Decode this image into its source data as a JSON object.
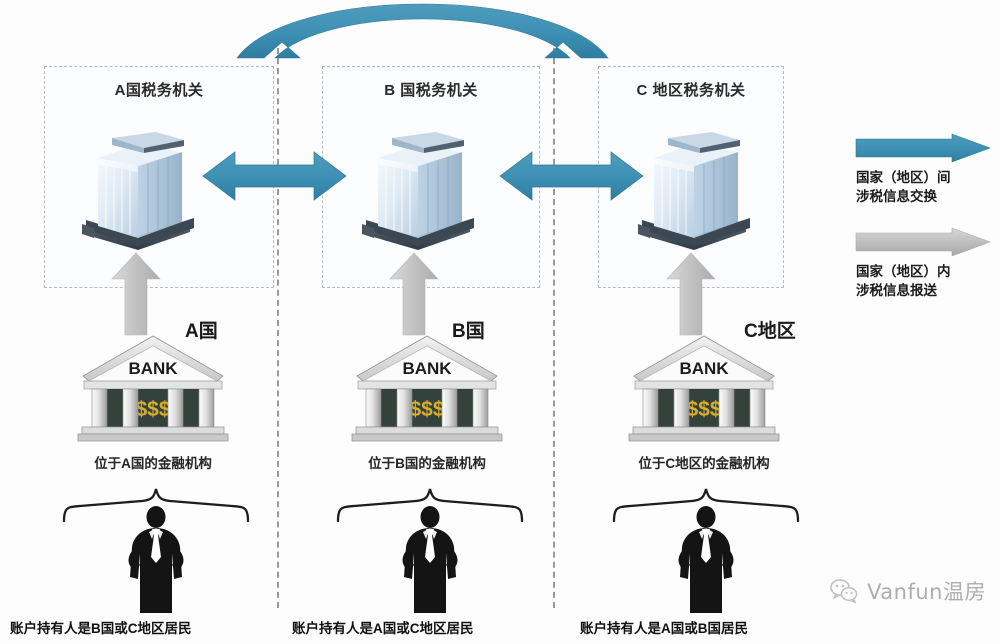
{
  "diagram": {
    "title_note": "CRS automatic exchange of tax information diagram",
    "agencies": [
      {
        "id": "a",
        "label": "A国税务机关",
        "icon": "office-building-icon"
      },
      {
        "id": "b",
        "label": "B 国税务机关",
        "icon": "office-building-icon"
      },
      {
        "id": "c",
        "label": "C 地区税务机关",
        "icon": "office-building-icon"
      }
    ],
    "country_labels": [
      {
        "id": "a",
        "label": "A国"
      },
      {
        "id": "b",
        "label": "B国"
      },
      {
        "id": "c",
        "label": "C地区"
      }
    ],
    "banks": [
      {
        "id": "a",
        "sign": "BANK",
        "money": "$$$",
        "caption": "位于A国的金融机构"
      },
      {
        "id": "b",
        "sign": "BANK",
        "money": "$$$",
        "caption": "位于B国的金融机构"
      },
      {
        "id": "c",
        "sign": "BANK",
        "money": "$$$",
        "caption": "位于C地区的金融机构"
      }
    ],
    "account_holders": [
      {
        "id": "a",
        "caption": "账户持有人是B国或C地区居民"
      },
      {
        "id": "b",
        "caption": "账户持有人是A国或C地区居民"
      },
      {
        "id": "c",
        "caption": "账户持有人是A国或B国居民"
      }
    ],
    "legend": [
      {
        "id": "cross-border",
        "arrow": "blue-arrow-right-icon",
        "line1": "国家（地区）间",
        "line2": "涉税信息交换",
        "color": "#3d8fb3"
      },
      {
        "id": "domestic",
        "arrow": "gray-arrow-right-icon",
        "line1": "国家（地区）内",
        "line2": "涉税信息报送",
        "color": "#b0b0b0"
      }
    ],
    "arrows": {
      "arc": {
        "name": "curved-double-arrow-a-to-c",
        "color": "#3d8fb3"
      },
      "ab": {
        "name": "double-arrow-a-b",
        "color": "#3d8fb3"
      },
      "bc": {
        "name": "double-arrow-b-c",
        "color": "#3d8fb3"
      },
      "up": {
        "name": "gray-up-arrow",
        "color": "#bcbcbc"
      }
    },
    "watermark": {
      "text": "Vanfun温房",
      "logo": "wechat-logo-icon"
    }
  },
  "colors": {
    "blue": "#3d8fb3",
    "blue_dark": "#2d7899",
    "gray_arrow": "#bdbdbd",
    "gray_arrow_dark": "#9e9e9e",
    "dashed_border": "#b9b9b9",
    "background": "#fdfdfd"
  }
}
